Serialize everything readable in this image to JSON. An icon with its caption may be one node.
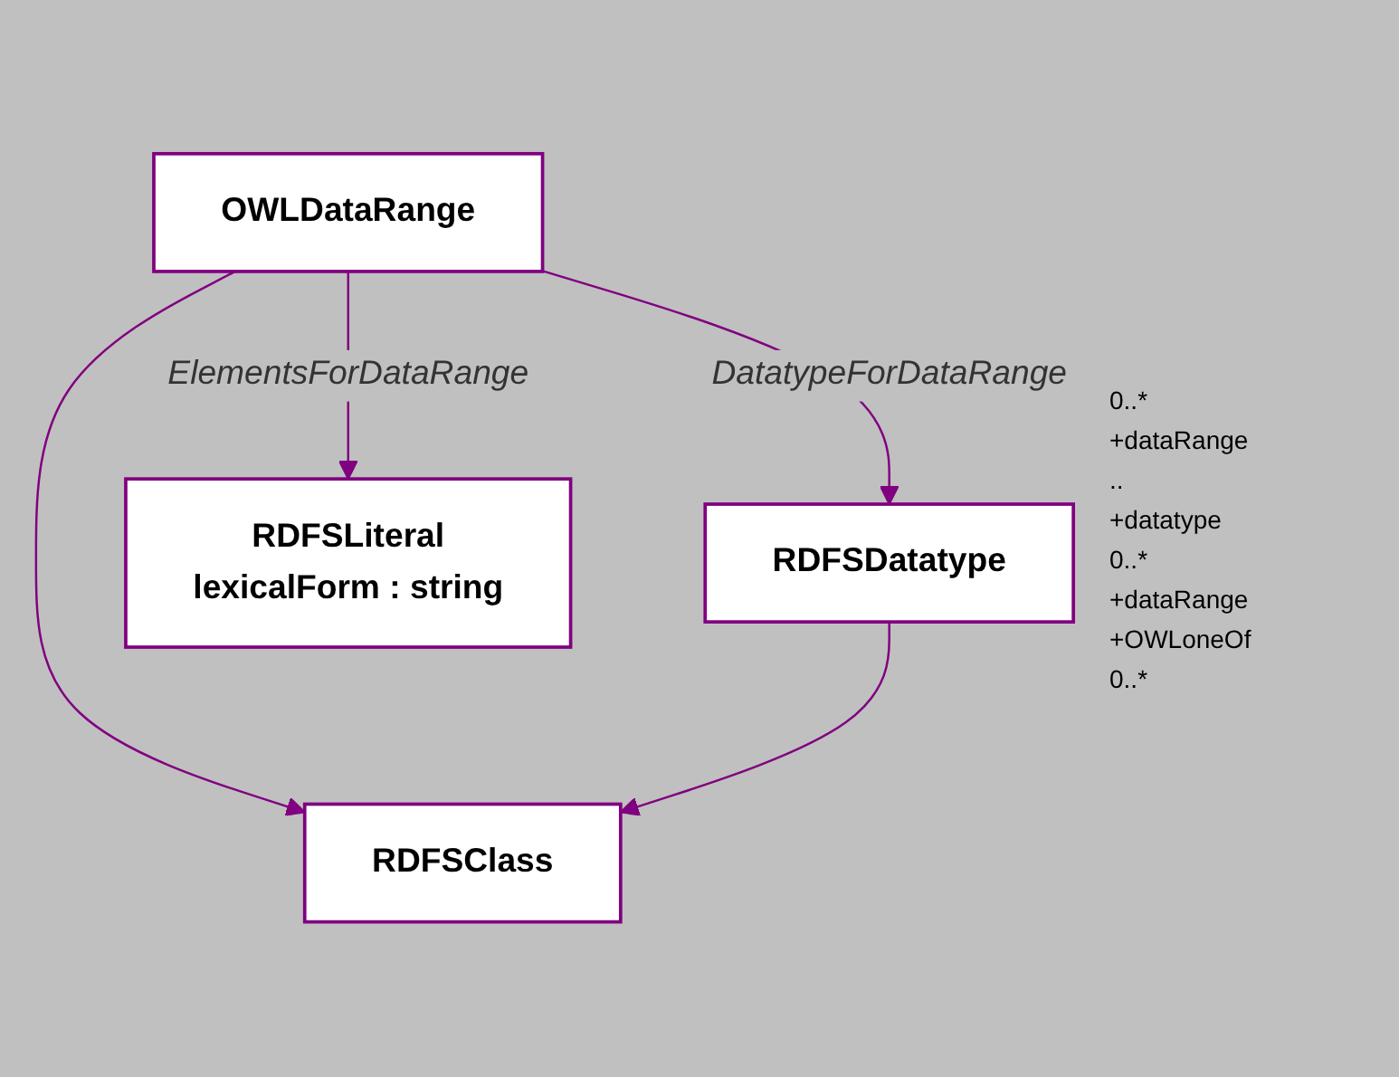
{
  "diagram": {
    "nodes": [
      {
        "text": [
          "RDFSClass"
        ]
      },
      {
        "text": [
          "OWLDataRange"
        ]
      },
      {
        "text": [
          "RDFSDatatype"
        ]
      },
      {
        "text": [
          "RDFSLiteral",
          "lexicalForm : string"
        ]
      }
    ],
    "edges": [
      {
        "from": 1,
        "to": 0,
        "arrow": "to"
      },
      {
        "from": 2,
        "to": 0,
        "arrow": "to"
      },
      {
        "from": 1,
        "to": 2,
        "arrow": "to",
        "label": "DatatypeForDataRange"
      },
      {
        "from": 1,
        "to": 3,
        "arrow": "to",
        "label": "ElementsForDataRange"
      }
    ],
    "labels": [
      "0..*",
      "+dataRange",
      "..",
      "+datatype",
      "0..*",
      "+dataRange",
      "+OWLoneOf",
      "0..*"
    ]
  }
}
